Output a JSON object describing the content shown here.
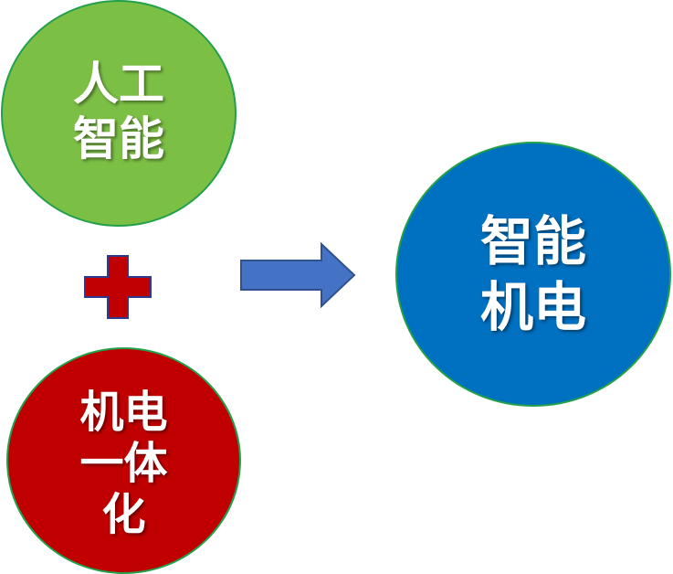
{
  "nodes": {
    "ai": {
      "lines": [
        "人工",
        "智能"
      ],
      "color": "#7cbf45"
    },
    "mechatronics": {
      "lines": [
        "机电",
        "一体",
        "化"
      ],
      "color": "#c00000"
    },
    "smart_mech": {
      "lines": [
        "智能",
        "机电"
      ],
      "color": "#0070c0"
    }
  },
  "connectors": {
    "plus": {
      "icon": "plus-icon",
      "color": "#c00000"
    },
    "arrow": {
      "icon": "right-arrow-icon",
      "color": "#4472c4"
    }
  }
}
